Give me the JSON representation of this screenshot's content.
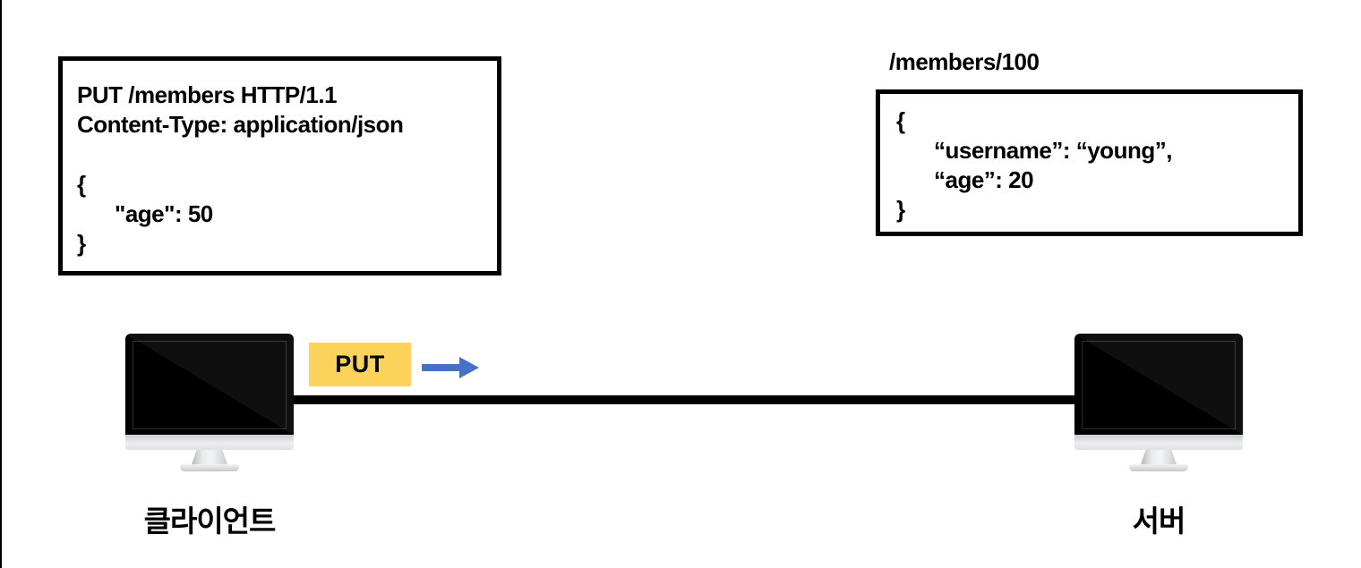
{
  "request_box": {
    "request_line": "PUT /members HTTP/1.1",
    "header_line": "Content-Type: application/json",
    "json_open": "{",
    "json_field": "\"age\": 50",
    "json_close": "}"
  },
  "resource": {
    "label": "/members/100"
  },
  "resource_box": {
    "json_open": "{",
    "json_field_1": "“username”: “young”,",
    "json_field_2": "“age”: 20",
    "json_close": "}"
  },
  "badge": {
    "label": "PUT"
  },
  "labels": {
    "client": "클라이언트",
    "server": "서버"
  },
  "colors": {
    "badge_bg": "#FBD35B",
    "arrow": "#4472C4",
    "line": "#000000",
    "box_border": "#000000"
  }
}
